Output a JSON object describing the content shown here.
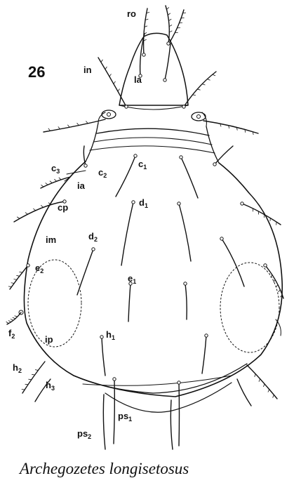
{
  "figure_number": "26",
  "caption": "Archegozetes longisetosus",
  "labels": {
    "ro": "ro",
    "la": "la",
    "in": "in",
    "c3_main": "c",
    "c3_sub": "3",
    "c2_main": "c",
    "c2_sub": "2",
    "c1_main": "c",
    "c1_sub": "1",
    "ia": "ia",
    "cp": "cp",
    "im": "im",
    "d1_main": "d",
    "d1_sub": "1",
    "d2_main": "d",
    "d2_sub": "2",
    "e2_main": "e",
    "e2_sub": "2",
    "e1_main": "e",
    "e1_sub": "1",
    "f2_main": "f",
    "f2_sub": "2",
    "ip": "ip",
    "h1_main": "h",
    "h1_sub": "1",
    "h2_main": "h",
    "h2_sub": "2",
    "h3_main": "h",
    "h3_sub": "3",
    "ps1_main": "ps",
    "ps1_sub": "1",
    "ps2_main": "ps",
    "ps2_sub": "2"
  },
  "colors": {
    "ink": "#111111",
    "paper": "#ffffff"
  }
}
